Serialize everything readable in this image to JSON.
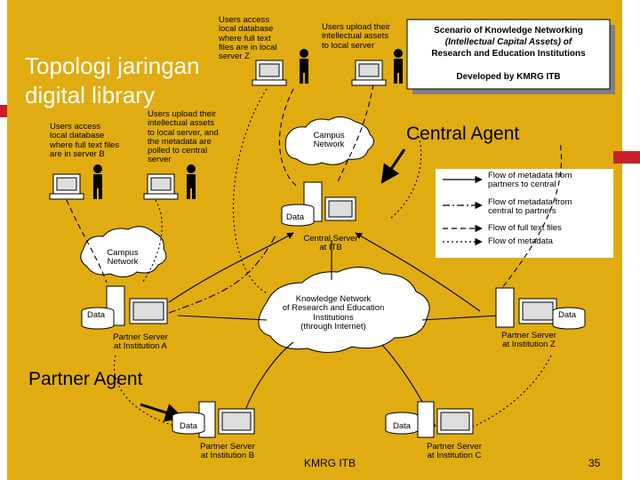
{
  "slide": {
    "title": "Topologi jaringan\ndigital library",
    "central_agent_label": "Central Agent",
    "partner_agent_label": "Partner Agent",
    "footer": "KMRG ITB",
    "page_number": "35",
    "colors": {
      "background": "#e0ac12",
      "accent_red": "#c8202a",
      "title_text": "#ffffff"
    }
  },
  "diagram": {
    "scenario_box": {
      "line1": "Scenario of Knowledge Networking",
      "line2": "(Intellectual Capital Assets) of",
      "line3": "Research and Education Institutions",
      "developed": "Developed by KMRG ITB"
    },
    "captions": {
      "users_access_z": "Users access\nlocal database\nwhere full text\nfiles are in local\nserver Z",
      "users_upload_local": "Users upload their\nintellectual assets\nto local server",
      "users_access_b": "Users access\nlocal database\nwhere full text files\nare in server B",
      "users_upload_central": "Users upload their\nintellectual assets\nto local server, and\nthe metadata are\npolled to central\nserver"
    },
    "clouds": {
      "campus_top": "Campus\nNetwork",
      "campus_left": "Campus\nNetwork",
      "knowledge_network": "Knowledge Network\nof Research and Education\nInstitutions\n(through Internet)"
    },
    "servers": {
      "central": "Central Server\nat ITB",
      "partner_a": "Partner Server\nat Institution A",
      "partner_z": "Partner Server\nat Institution Z",
      "partner_b": "Partner Server\nat Institution B",
      "partner_c": "Partner Server\nat Institution C"
    },
    "data_label": "Data",
    "legend": [
      {
        "label": "Flow of metadata from\npartners to central",
        "style": "solid"
      },
      {
        "label": "Flow of metadata from\ncentral to partners",
        "style": "dashdot"
      },
      {
        "label": "Flow of full text files",
        "style": "dashed"
      },
      {
        "label": "Flow of metadata",
        "style": "dotted"
      }
    ]
  }
}
